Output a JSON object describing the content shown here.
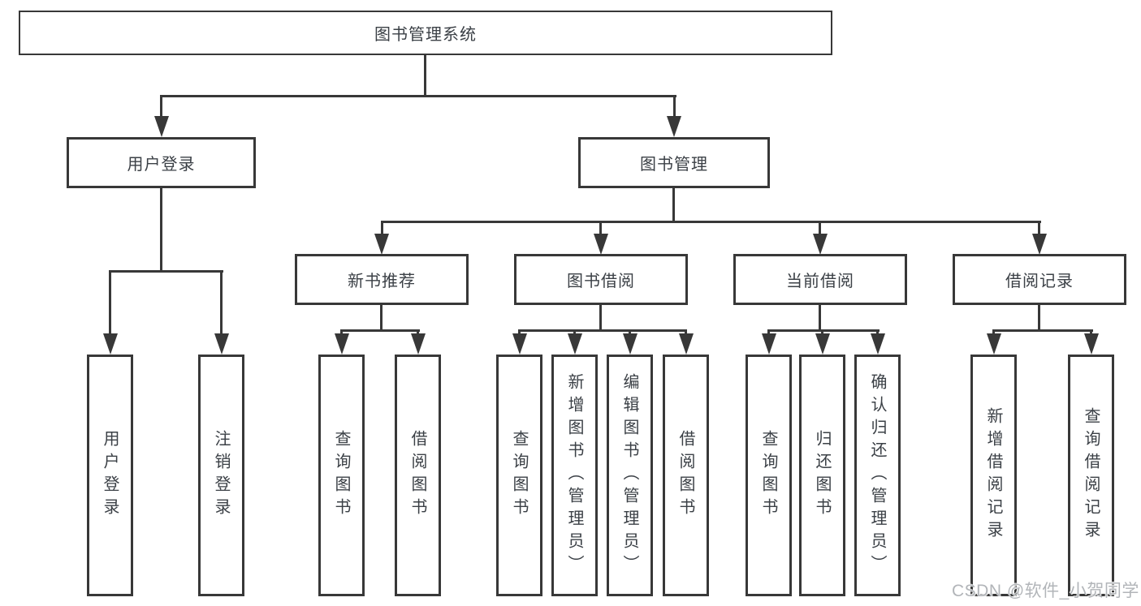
{
  "colors": {
    "line": "#383838",
    "text": "#3b4046",
    "watermark": "#b2b5b9",
    "background": "#ffffff"
  },
  "watermark": {
    "text": "CSDN @软件_小贺同学"
  },
  "tree": {
    "label": "图书管理系统",
    "children": [
      {
        "label": "用户登录",
        "children": [
          {
            "label": "用户登录"
          },
          {
            "label": "注销登录"
          }
        ]
      },
      {
        "label": "图书管理",
        "children": [
          {
            "label": "新书推荐",
            "children": [
              {
                "label": "查询图书"
              },
              {
                "label": "借阅图书"
              }
            ]
          },
          {
            "label": "图书借阅",
            "children": [
              {
                "label": "查询图书"
              },
              {
                "label": "新增图书（管理员）"
              },
              {
                "label": "编辑图书（管理员）"
              },
              {
                "label": "借阅图书"
              }
            ]
          },
          {
            "label": "当前借阅",
            "children": [
              {
                "label": "查询图书"
              },
              {
                "label": "归还图书"
              },
              {
                "label": "确认归还（管理员）"
              }
            ]
          },
          {
            "label": "借阅记录",
            "children": [
              {
                "label": "新增借阅记录"
              },
              {
                "label": "查询借阅记录"
              }
            ]
          }
        ]
      }
    ]
  }
}
